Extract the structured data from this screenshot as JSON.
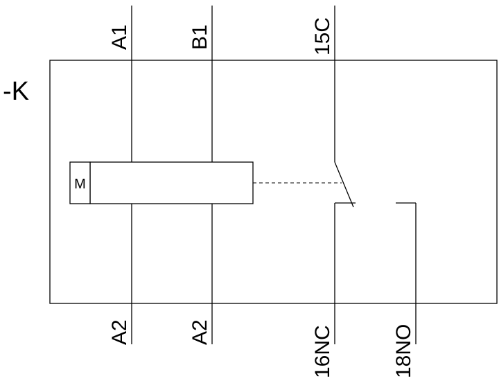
{
  "diagram": {
    "device_reference": "-K",
    "coil_marker": "M",
    "terminals": {
      "coil_top_1": "A1",
      "coil_top_2": "B1",
      "contact_common": "15C",
      "coil_bottom_1": "A2",
      "coil_bottom_2": "A2",
      "contact_nc": "16NC",
      "contact_no": "18NO"
    },
    "colors": {
      "line": "#000000",
      "background": "#ffffff"
    }
  }
}
